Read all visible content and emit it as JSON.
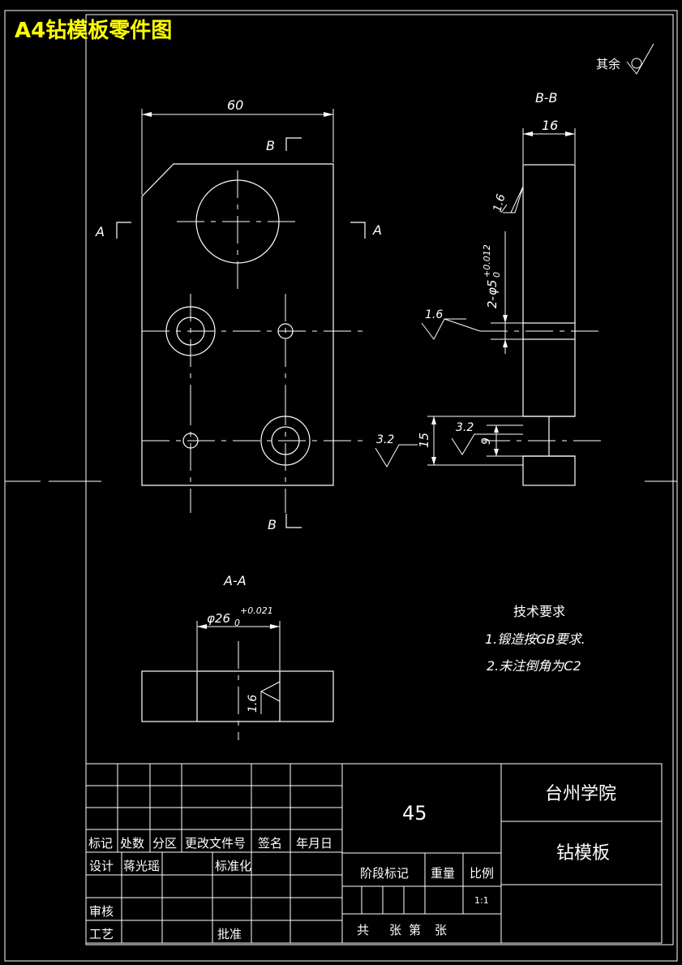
{
  "header": {
    "title": "A4钻模板零件图"
  },
  "surface_note": {
    "label": "其余"
  },
  "views": {
    "front": {
      "dim_width": "60",
      "section_b_top": "B",
      "section_b_bottom": "B",
      "section_a_left": "A",
      "section_a_right": "A"
    },
    "section_bb": {
      "label": "B-B",
      "dim_thickness": "16",
      "rough_top": "1.6",
      "hole_dim_prefix": "2-",
      "hole_dim_main": "φ5",
      "hole_tol_upper": "+0.012",
      "hole_tol_lower": "0",
      "rough_mid": "1.6",
      "rough_left": "3.2",
      "dim_15": "15",
      "rough_inner": "3.2",
      "dim_9": "9"
    },
    "section_aa": {
      "label": "A-A",
      "dim_main": "φ26",
      "tol_upper": "+0.021",
      "tol_lower": "0",
      "rough": "1.6"
    }
  },
  "tech_requirements": {
    "title": "技术要求",
    "items": [
      "1.锻造按GB要求.",
      "2.未注倒角为C2"
    ]
  },
  "title_block": {
    "material": "45",
    "school": "台州学院",
    "part_name": "钻模板",
    "headers": [
      "标记",
      "处数",
      "分区",
      "更改文件号",
      "签名",
      "年月日"
    ],
    "design_label": "设计",
    "designer": "蒋光瑶",
    "standard_label": "标准化",
    "review_label": "审核",
    "process_label": "工艺",
    "approve_label": "批准",
    "stage_label": "阶段标记",
    "weight_label": "重量",
    "scale_label": "比例",
    "scale": "1:1",
    "sheet_total_prefix": "共",
    "sheet_total_suffix": "张",
    "sheet_num_prefix": "第",
    "sheet_num_suffix": "张"
  }
}
